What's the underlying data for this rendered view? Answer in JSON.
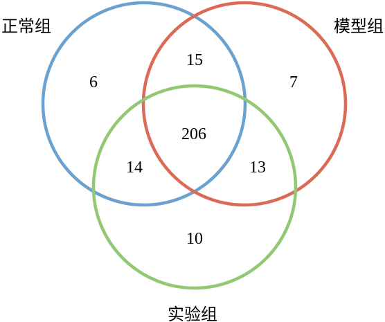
{
  "diagram": {
    "type": "venn3",
    "sets": [
      {
        "key": "a",
        "label": "正常组",
        "color": "#6AA1CF"
      },
      {
        "key": "b",
        "label": "模型组",
        "color": "#DB6B57"
      },
      {
        "key": "c",
        "label": "实验组",
        "color": "#92C873"
      }
    ],
    "regions": {
      "a_only": "6",
      "b_only": "7",
      "c_only": "10",
      "ab": "15",
      "ac": "14",
      "bc": "13",
      "abc": "206"
    }
  }
}
